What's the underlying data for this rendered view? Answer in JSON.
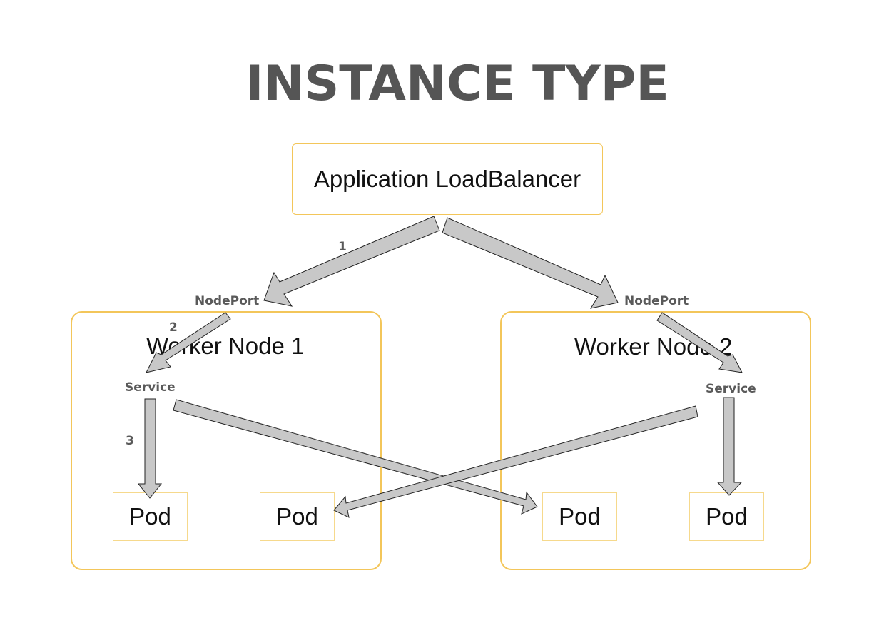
{
  "title": "INSTANCE TYPE",
  "load_balancer": {
    "label": "Application LoadBalancer"
  },
  "worker_nodes": [
    {
      "label": "Worker Node 1",
      "nodeport_label": "NodePort",
      "service_label": "Service",
      "pods": [
        "Pod",
        "Pod"
      ]
    },
    {
      "label": "Worker Node 2",
      "nodeport_label": "NodePort",
      "service_label": "Service",
      "pods": [
        "Pod",
        "Pod"
      ]
    }
  ],
  "steps": [
    "1",
    "2",
    "3"
  ],
  "colors": {
    "box_border": "#f3c65a",
    "arrow_fill": "#c8c8c8",
    "title_text": "#555555"
  }
}
